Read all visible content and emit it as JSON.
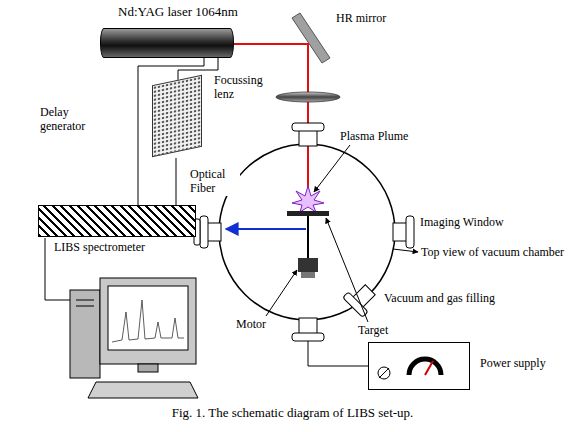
{
  "diagram": {
    "caption": "Fig. 1. The schematic diagram of LIBS set-up.",
    "nodes": [
      {
        "text": [
          "Nd:YAG laser 1064nm"
        ]
      },
      {
        "text": [
          "Delay generator"
        ]
      },
      {
        "text": [
          "LIBS spectrometer"
        ]
      },
      {
        "text": [
          "Power supply"
        ]
      }
    ],
    "edges": [
      {
        "from": 0,
        "to": 1,
        "arrow": "none"
      },
      {
        "from": 0,
        "to": 2,
        "arrow": "none"
      },
      {
        "from": 1,
        "to": 2,
        "arrow": "none"
      }
    ],
    "labels": [
      "HR mirror",
      "Focussing lenz",
      "Plasma Plume",
      "Optical Fiber",
      "Imaging Window",
      "Top view of vacuum chamber",
      "Vacuum and gas filling",
      "Motor",
      "Target"
    ]
  }
}
